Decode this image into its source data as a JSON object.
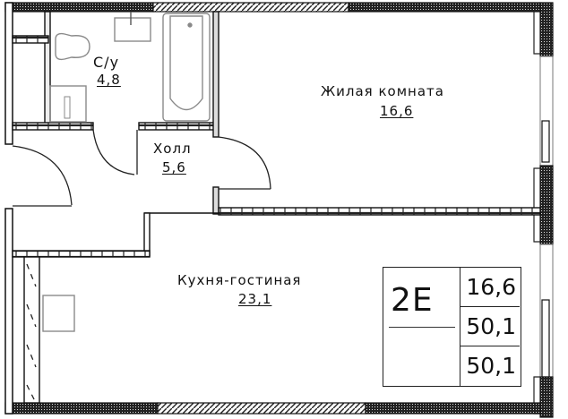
{
  "plan": {
    "rooms": [
      {
        "id": "bathroom",
        "name": "С/у",
        "area": "4,8"
      },
      {
        "id": "living-room",
        "name": "Жилая комната",
        "area": "16,6"
      },
      {
        "id": "hall",
        "name": "Холл",
        "area": "5,6"
      },
      {
        "id": "kitchen-living",
        "name": "Кухня-гостиная",
        "area": "23,1"
      }
    ]
  },
  "card": {
    "type": "2Е",
    "living_area": "16,6",
    "total_area": "50,1",
    "total_area_with_balcony": "50,1"
  },
  "colors": {
    "wall": "#1a1a1a",
    "fixture": "#8a8a8a",
    "background": "#ffffff"
  }
}
